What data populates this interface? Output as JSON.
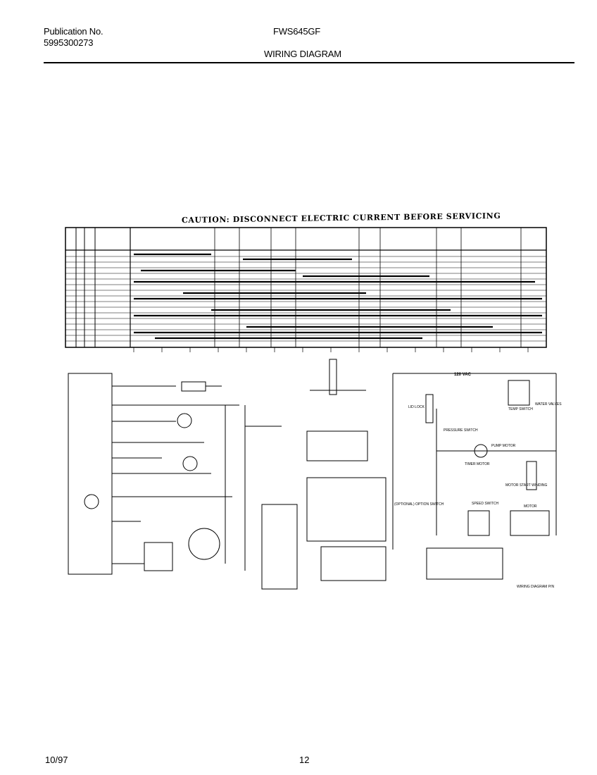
{
  "header": {
    "publication_label": "Publication No.",
    "publication_number": "5995300273",
    "model": "FWS645GF",
    "title": "WIRING DIAGRAM"
  },
  "diagram": {
    "caution": "CAUTION: DISCONNECT ELECTRIC CURRENT BEFORE SERVICING",
    "voltage_label": "120 VAC",
    "labels": {
      "lid_lock": "LID LOCK",
      "pressure_switch": "PRESSURE SWITCH",
      "temp_switch": "TEMP SWITCH",
      "water_valves": "WATER VALVES",
      "pump_motor": "PUMP MOTOR",
      "timer_motor": "TIMER MOTOR",
      "motor_start_winding": "MOTOR START WINDING",
      "speed_switch": "SPEED SWITCH",
      "option_switch": "(OPTIONAL) OPTION SWITCH",
      "motor": "MOTOR",
      "wiring_diagram_pn": "WIRING DIAGRAM P/N"
    }
  },
  "footer": {
    "date": "10/97",
    "page": "12"
  }
}
